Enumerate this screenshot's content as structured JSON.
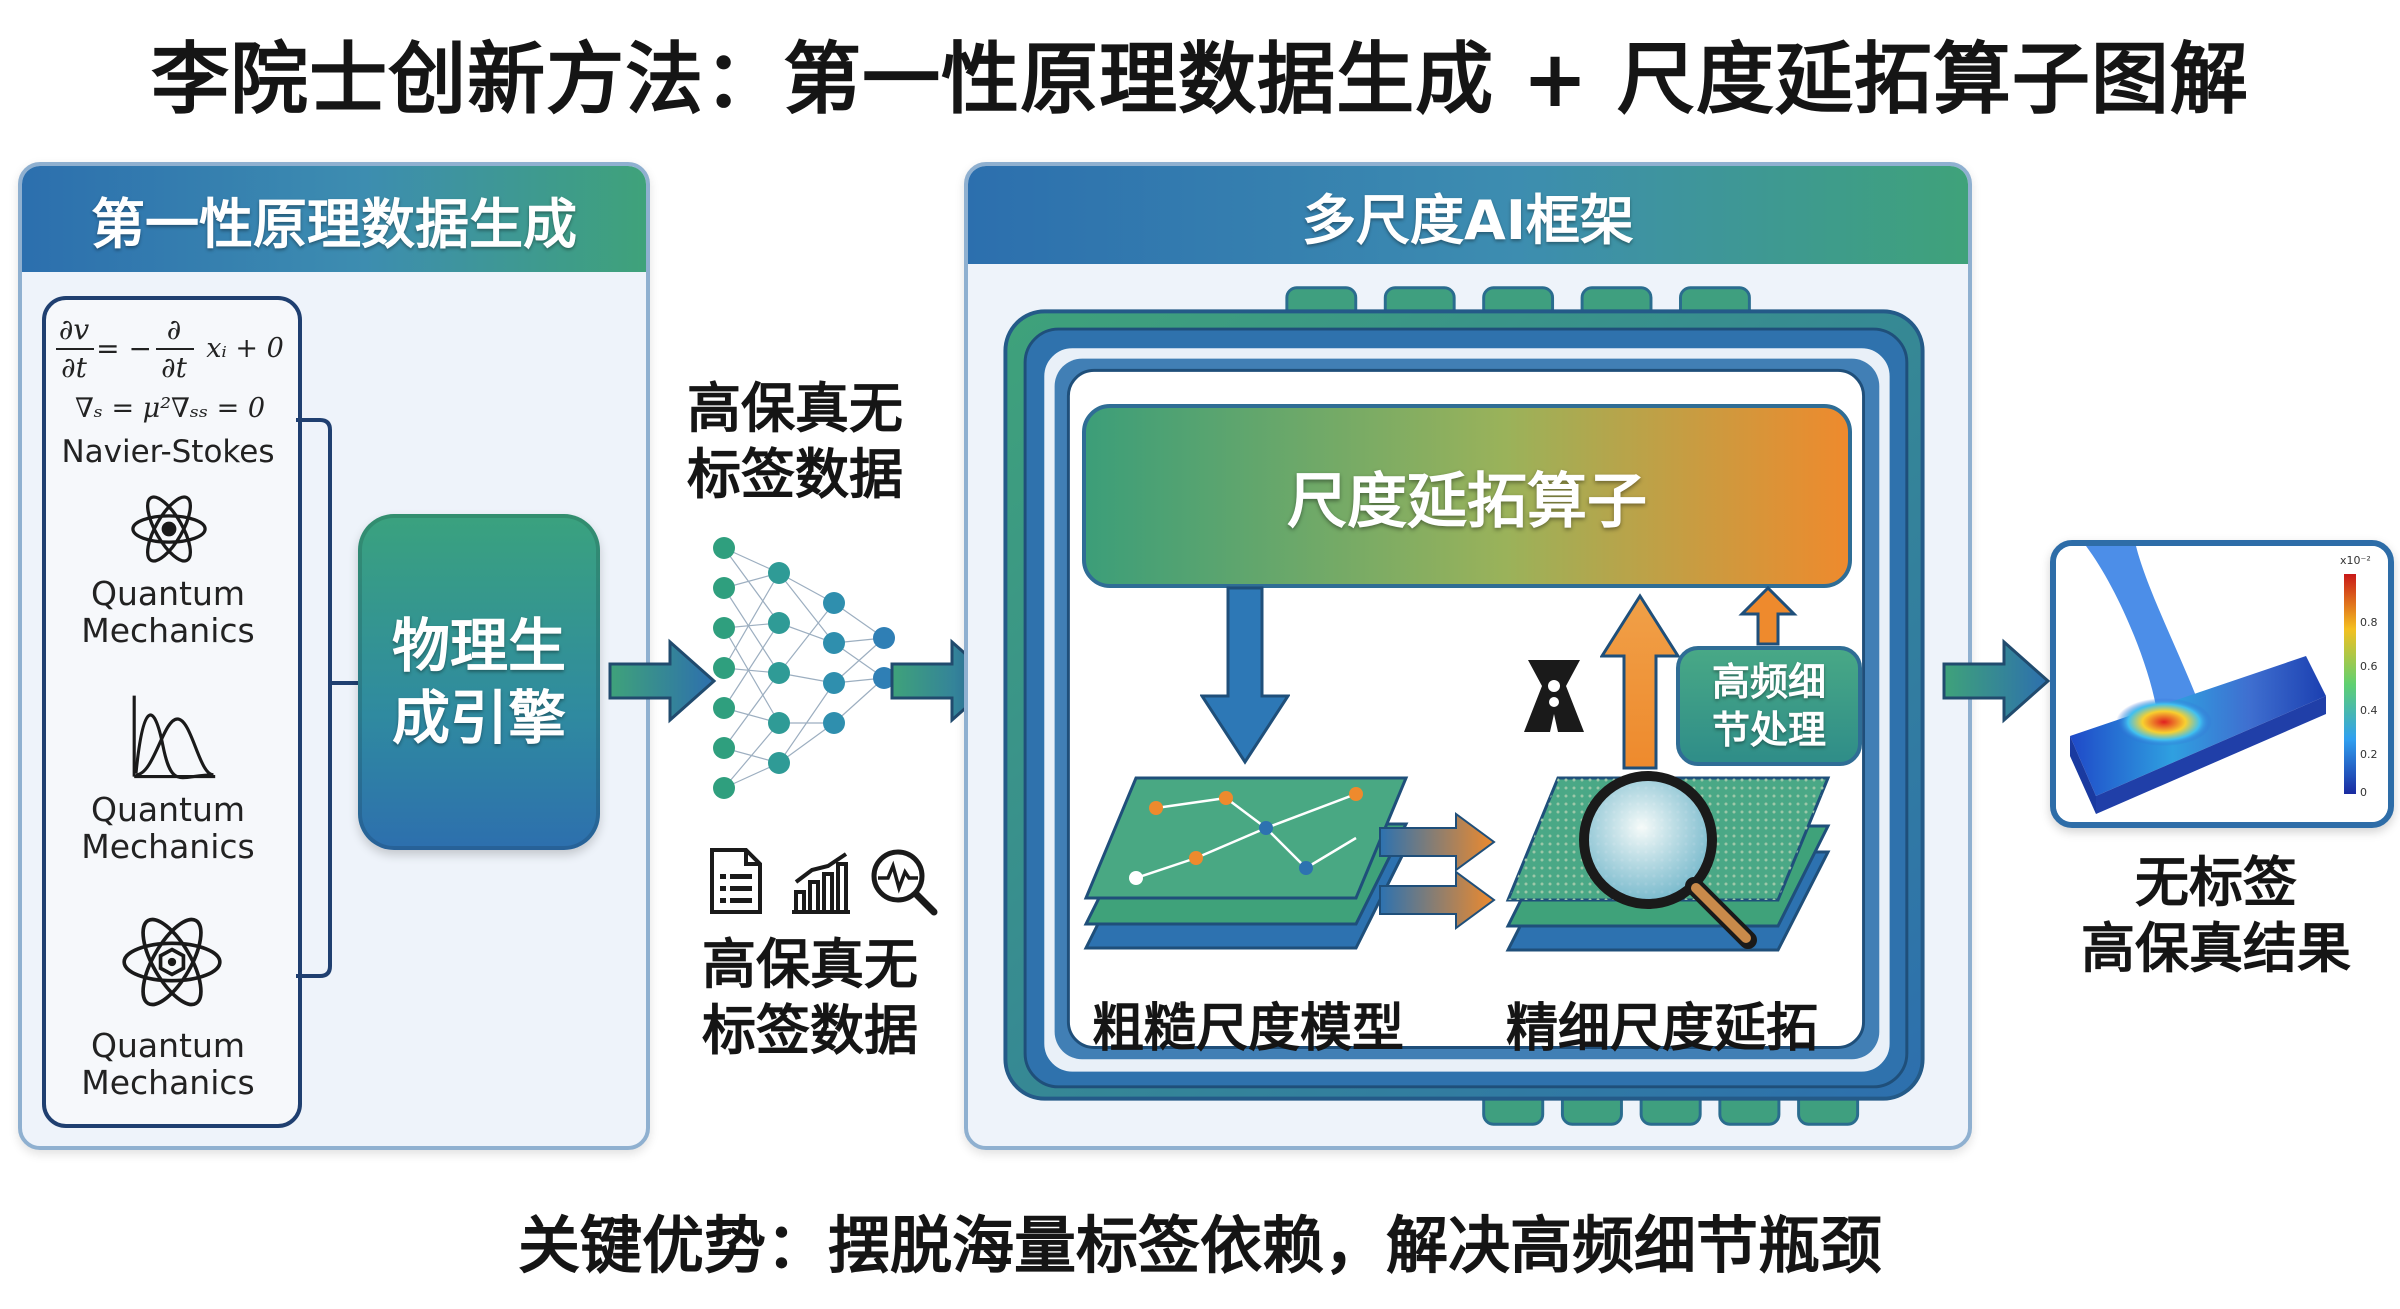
{
  "title": "李院士创新方法：第一性原理数据生成 + 尺度延拓算子图解",
  "left_panel": {
    "header": "第一性原理数据生成",
    "equations": {
      "eq1_numer_left": "∂v",
      "eq1_denom_left": "∂t",
      "eq1_middle": "= −",
      "eq1_numer_right": "∂",
      "eq1_denom_right": "∂t",
      "eq1_tail": "xᵢ + 0",
      "eq2": "∇ₛ = μ²∇ₛₛ = 0",
      "caption": "Navier-Stokes"
    },
    "icons": [
      {
        "icon": "atom-icon",
        "label_line1": "Quantum",
        "label_line2": "Mechanics"
      },
      {
        "icon": "distribution-curve-icon",
        "label_line1": "Quantum",
        "label_line2": "Mechanics"
      },
      {
        "icon": "atom-crystal-icon",
        "label_line1": "Quantum",
        "label_line2": "Mechanics"
      }
    ],
    "engine_line1": "物理生",
    "engine_line2": "成引擎"
  },
  "middle": {
    "top_label_line1": "高保真无",
    "top_label_line2": "标签数据",
    "bottom_label_line1": "高保真无",
    "bottom_label_line2": "标签数据",
    "icons": [
      "document-icon",
      "bar-chart-icon",
      "magnifier-signal-icon"
    ]
  },
  "right_panel": {
    "header": "多尺度AI框架",
    "operator": "尺度延拓算子",
    "high_freq_line1": "高频细",
    "high_freq_line2": "节处理",
    "coarse_label": "粗糙尺度模型",
    "fine_label": "精细尺度延拓"
  },
  "result": {
    "label_line1": "无标签",
    "label_line2": "高保真结果",
    "colorbar_exponent": "x10⁻²",
    "colorbar_ticks": [
      "0.8",
      "0.6",
      "0.4",
      "0.2",
      "0"
    ]
  },
  "bottom_text": "关键优势：摆脱海量标签依赖，解决高频细节瓶颈",
  "colors": {
    "blue": "#2d6fae",
    "green": "#3fa27a",
    "orange": "#ee8a2d",
    "panel_bg": "#eef3fa"
  }
}
